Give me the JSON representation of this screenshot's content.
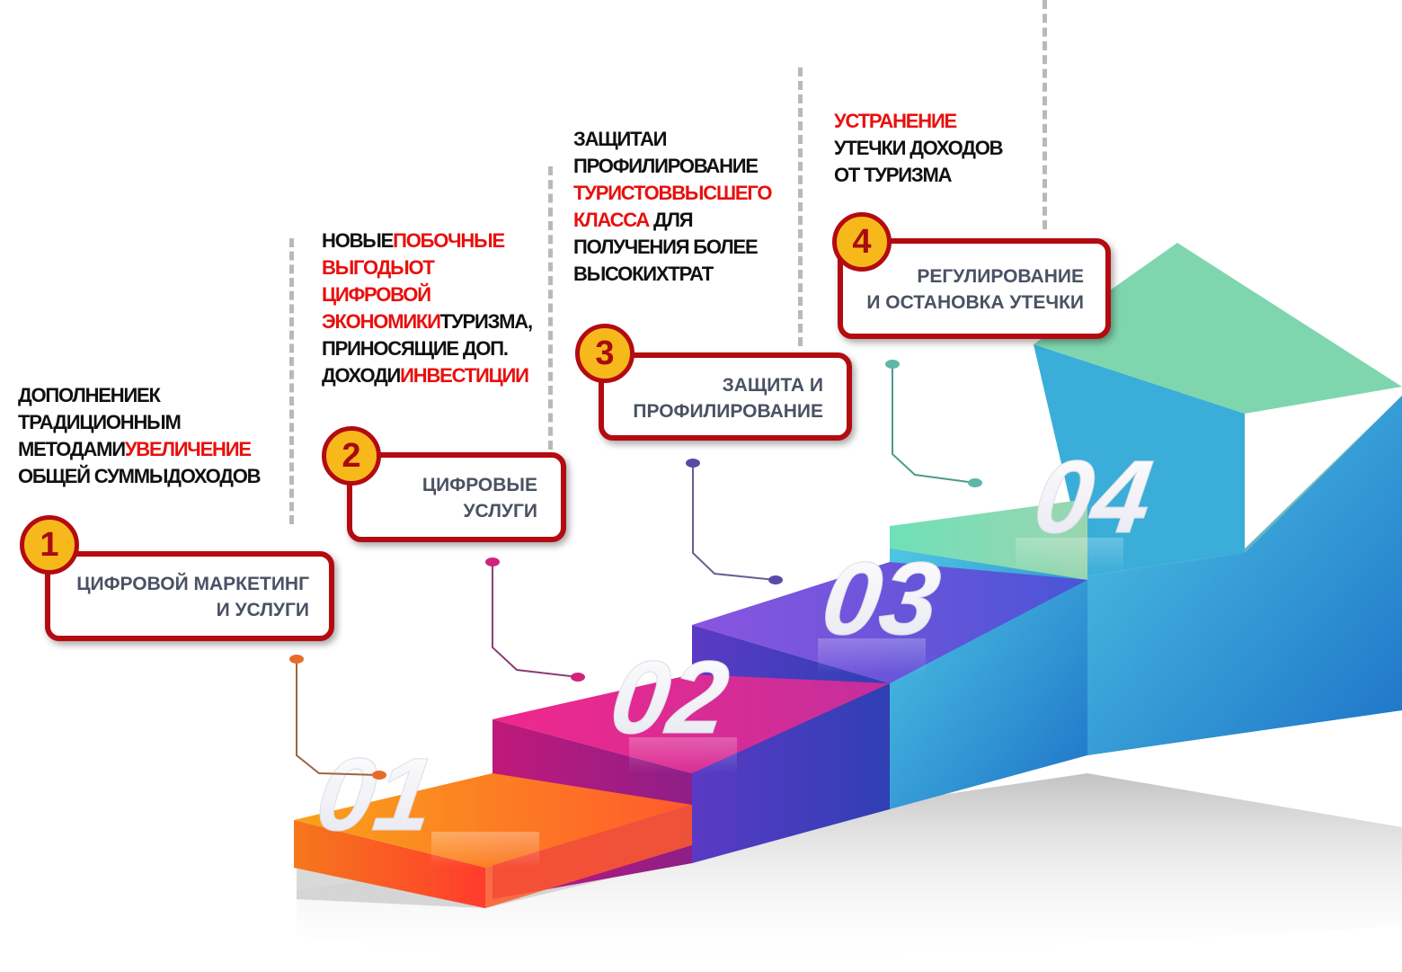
{
  "steps": [
    {
      "number": "1",
      "step_label": "01",
      "box_lines": [
        "ЦИФРОВОЙ МАРКЕТИНГ",
        "И УСЛУГИ"
      ],
      "desc_lines": [
        [
          {
            "t": "ДОПОЛНЕНИЕК",
            "red": false
          }
        ],
        [
          {
            "t": "ТРАДИЦИОННЫМ",
            "red": false
          }
        ],
        [
          {
            "t": "МЕТОДАМИ",
            "red": false
          },
          {
            "t": "УВЕЛИЧЕНИЕ",
            "red": true
          }
        ],
        [
          {
            "t": "ОБЩЕЙ СУММЫДОХОДОВ",
            "red": false
          }
        ]
      ],
      "color": "#f7931e"
    },
    {
      "number": "2",
      "step_label": "02",
      "box_lines": [
        "ЦИФРОВЫЕ",
        "УСЛУГИ"
      ],
      "desc_lines": [
        [
          {
            "t": "НОВЫЕ",
            "red": false
          },
          {
            "t": "ПОБОЧНЫЕ",
            "red": true
          }
        ],
        [
          {
            "t": "ВЫГОДЫОТ",
            "red": true
          }
        ],
        [
          {
            "t": "ЦИФРОВОЙ",
            "red": true
          }
        ],
        [
          {
            "t": "ЭКОНОМИКИ",
            "red": true
          },
          {
            "t": "ТУРИЗМА,",
            "red": false
          }
        ],
        [
          {
            "t": "ПРИНОСЯЩИЕ ДОП.",
            "red": false
          }
        ],
        [
          {
            "t": "ДОХОДИ",
            "red": false
          },
          {
            "t": "ИНВЕСТИЦИИ",
            "red": true
          }
        ]
      ],
      "color": "#d6247c"
    },
    {
      "number": "3",
      "step_label": "03",
      "box_lines": [
        "ЗАЩИТА И",
        "ПРОФИЛИРОВАНИЕ"
      ],
      "desc_lines": [
        [
          {
            "t": "ЗАЩИТАИ",
            "red": false
          }
        ],
        [
          {
            "t": "ПРОФИЛИРОВАНИЕ",
            "red": false
          }
        ],
        [
          {
            "t": "ТУРИСТОВВЫСШЕГО",
            "red": true
          }
        ],
        [
          {
            "t": "КЛАССА",
            "red": true
          },
          {
            "t": " ДЛЯ",
            "red": false
          }
        ],
        [
          {
            "t": "ПОЛУЧЕНИЯ БОЛЕЕ",
            "red": false
          }
        ],
        [
          {
            "t": "ВЫСОКИХТРАТ",
            "red": false
          }
        ]
      ],
      "color": "#5b3fc4"
    },
    {
      "number": "4",
      "step_label": "04",
      "box_lines": [
        "РЕГУЛИРОВАНИЕ",
        "И ОСТАНОВКА УТЕЧКИ"
      ],
      "desc_lines": [
        [
          {
            "t": "УСТРАНЕНИЕ",
            "red": true
          }
        ],
        [
          {
            "t": "УТЕЧКИ ДОХОДОВ",
            "red": false
          }
        ],
        [
          {
            "t": "ОТ ТУРИЗМА",
            "red": false
          }
        ]
      ],
      "color": "#2aa8d8"
    }
  ],
  "colors": {
    "badge_fill": "#f7b81c",
    "badge_border": "#b30b10",
    "box_border": "#b30b10",
    "highlight_red": "#e8100e"
  }
}
